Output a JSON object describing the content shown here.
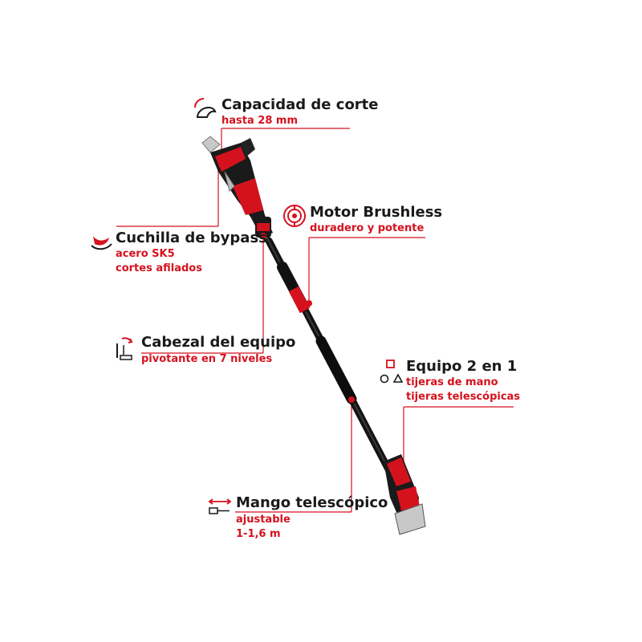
{
  "accent_color": "#d4121e",
  "features": {
    "capacidad": {
      "icon": "cut-capacity-icon",
      "title": "Capacidad de corte",
      "subtitle": "hasta 28 mm"
    },
    "motor": {
      "icon": "brushless-motor-icon",
      "title": "Motor Brushless",
      "subtitle": "duradero y potente"
    },
    "cuchilla": {
      "icon": "bypass-blade-icon",
      "title": "Cuchilla de bypass",
      "lines": [
        "acero SK5",
        "cortes afilados"
      ]
    },
    "cabezal": {
      "icon": "pivot-head-icon",
      "title": "Cabezal del equipo",
      "subtitle": "pivotante en 7 niveles"
    },
    "equipo": {
      "icon": "shapes-icon",
      "title": "Equipo 2 en 1",
      "lines": [
        "tijeras de mano",
        "tijeras telescópicas"
      ]
    },
    "mango": {
      "icon": "telescopic-handle-icon",
      "title": "Mango telescópico",
      "lines": [
        "ajustable",
        "1-1,6 m"
      ]
    }
  }
}
